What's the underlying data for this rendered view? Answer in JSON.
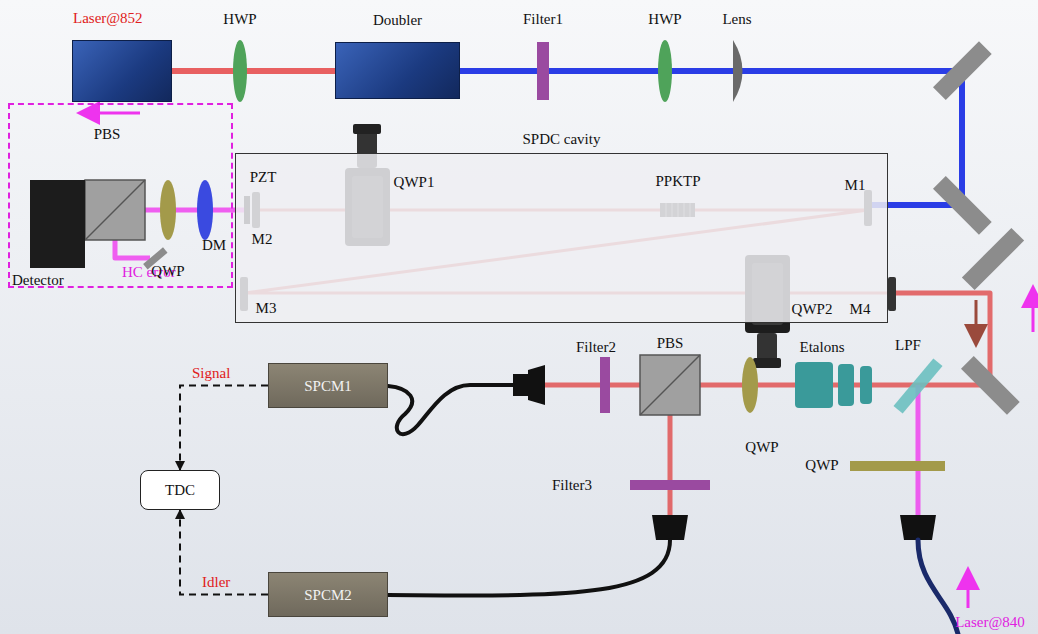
{
  "diagram": {
    "nodes": [
      {
        "text": [
          "Laser@852"
        ]
      },
      {
        "text": [
          "Doubler"
        ]
      },
      {
        "text": [
          "SPDC cavity"
        ]
      },
      {
        "text": [
          "HC error"
        ]
      },
      {
        "text": [
          "Detector"
        ],
        "in": 3
      },
      {
        "text": [
          "SPCM1"
        ]
      },
      {
        "text": [
          "TDC"
        ]
      },
      {
        "text": [
          "SPCM2"
        ]
      }
    ],
    "edges": [
      {
        "from": 5,
        "to": 6,
        "arrow": "to",
        "label": "Signal"
      },
      {
        "from": 7,
        "to": 6,
        "arrow": "to",
        "label": "Idler"
      }
    ],
    "labels": [
      "HWP",
      "Filter1",
      "HWP",
      "Lens",
      "PBS",
      "PZT",
      "QWP1",
      "PPKTP",
      "M1",
      "M2",
      "QWP",
      "DM",
      "M3",
      "QWP2",
      "M4",
      "Filter2",
      "PBS",
      "Etalons",
      "LPF",
      "Filter3",
      "QWP",
      "QWP",
      "Laser@840"
    ]
  }
}
